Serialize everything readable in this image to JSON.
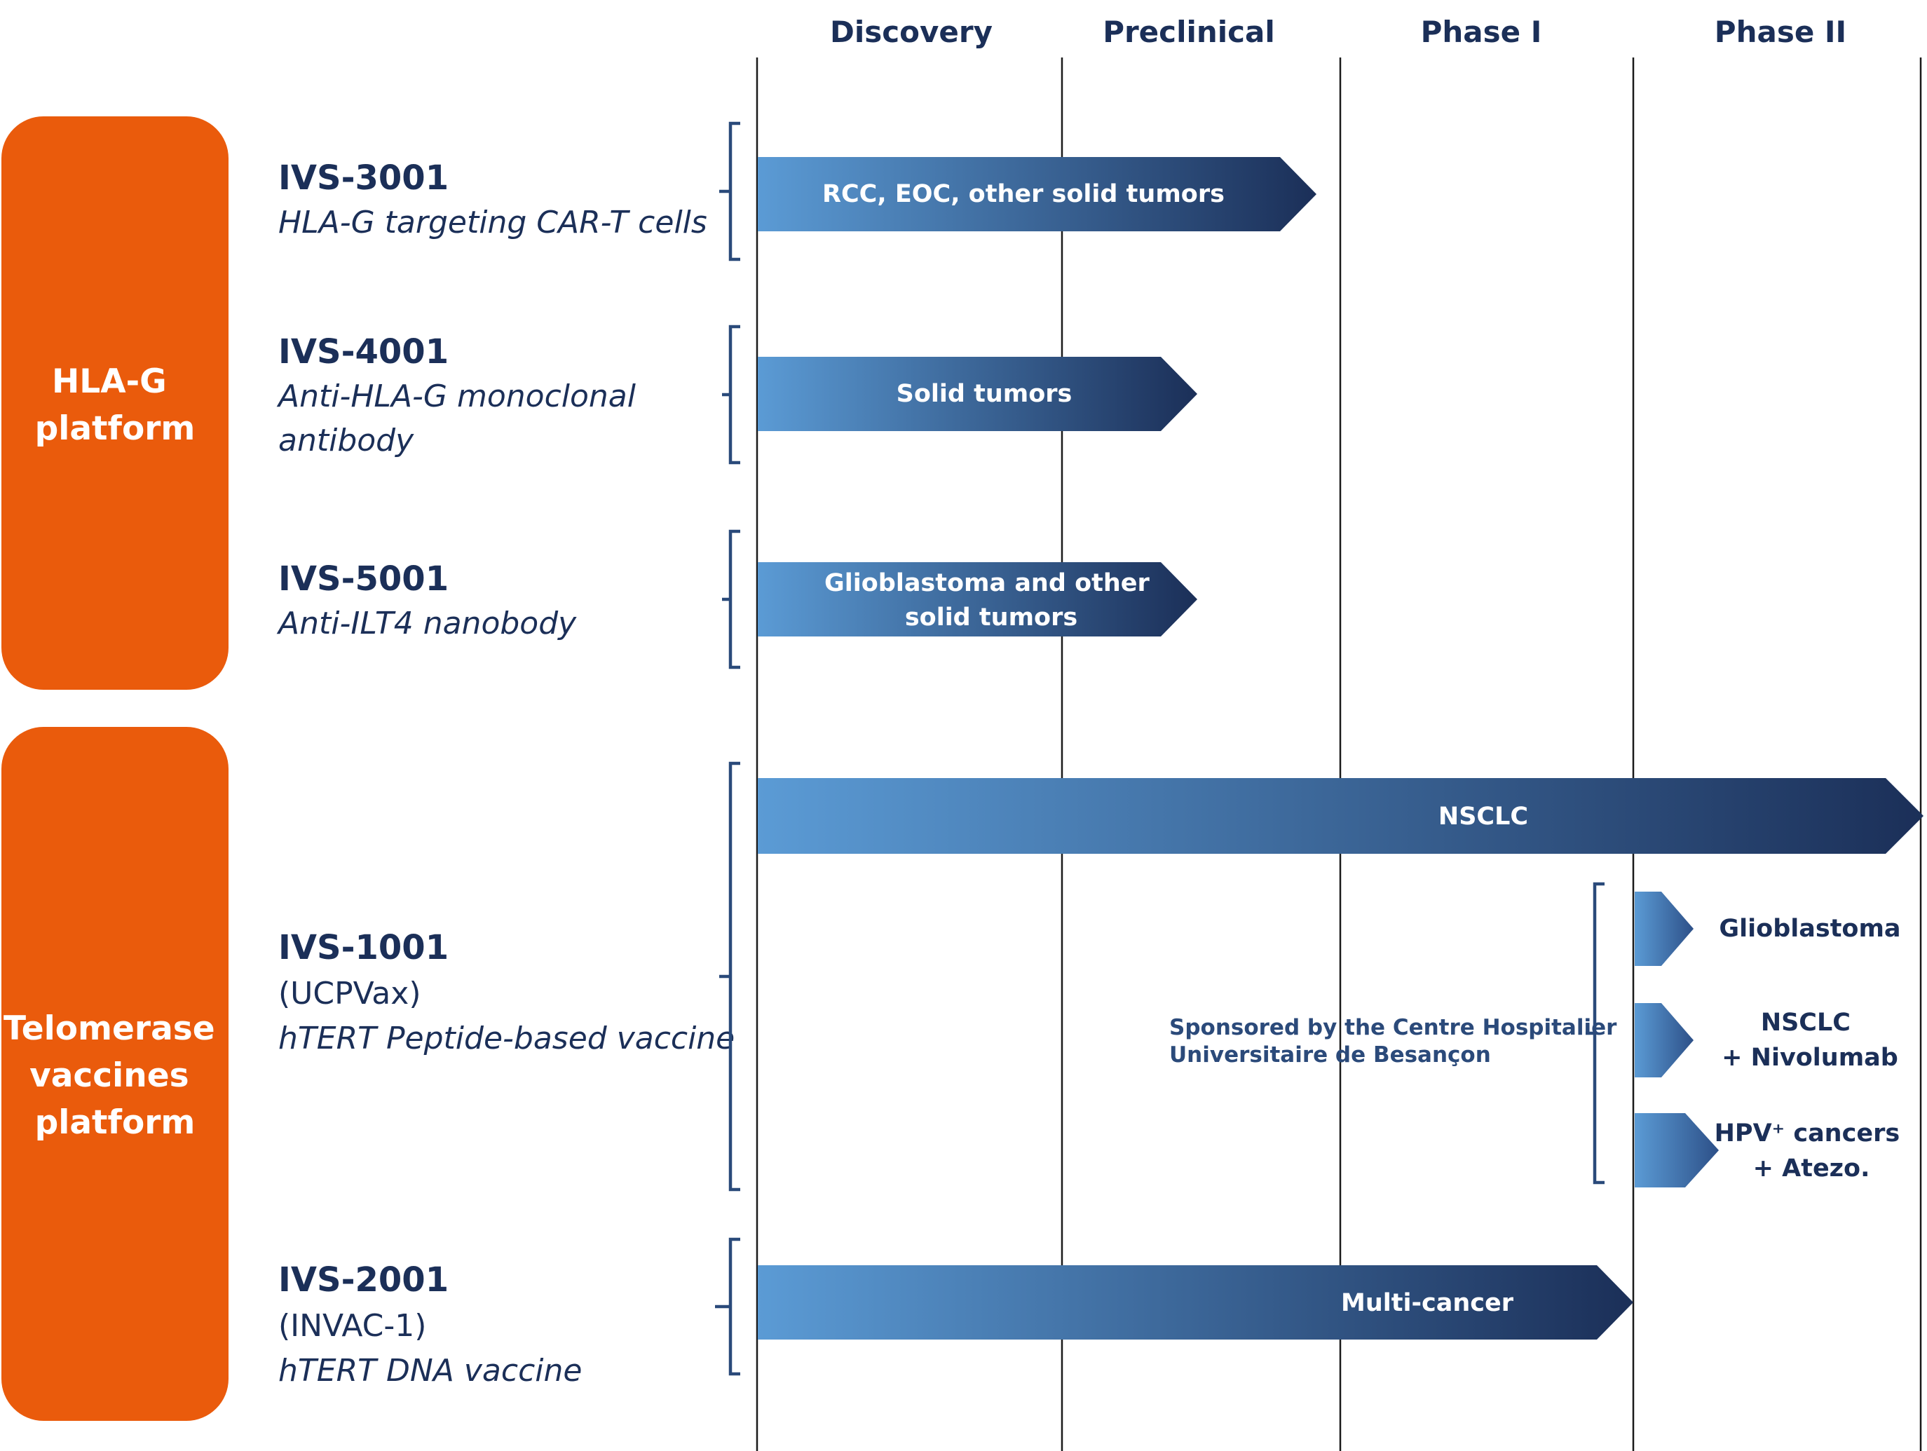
{
  "stages": [
    "Discovery",
    "Preclinical",
    "Phase I",
    "Phase II"
  ],
  "platforms": [
    {
      "lines": [
        "HLA-G",
        "platform"
      ]
    },
    {
      "lines": [
        "Telomerase",
        "vaccines",
        "platform"
      ]
    }
  ],
  "programs": [
    {
      "name": "IVS-3001",
      "desc_lines": [
        "HLA-G targeting CAR-T cells"
      ]
    },
    {
      "name": "IVS-4001",
      "desc_lines": [
        "Anti-HLA-G monoclonal",
        "antibody"
      ]
    },
    {
      "name": "IVS-5001",
      "desc_lines": [
        "Anti-ILT4 nanobody"
      ]
    },
    {
      "name": "IVS-1001",
      "sub": "(UCPVax)",
      "desc_lines": [
        "hTERT Peptide-based vaccine"
      ]
    },
    {
      "name": "IVS-2001",
      "sub": "(INVAC-1)",
      "desc_lines": [
        "hTERT DNA vaccine"
      ]
    }
  ],
  "bars": [
    {
      "program": "IVS-3001",
      "label_lines": [
        "RCC, EOC, other solid tumors"
      ],
      "reaches": "Preclinical (late)"
    },
    {
      "program": "IVS-4001",
      "label_lines": [
        "Solid tumors"
      ],
      "reaches": "Preclinical (mid)"
    },
    {
      "program": "IVS-5001",
      "label_lines": [
        "Glioblastoma and other",
        "solid tumors"
      ],
      "reaches": "Preclinical (mid)"
    },
    {
      "program": "IVS-1001",
      "label_lines": [
        "NSCLC"
      ],
      "reaches": "Phase II"
    },
    {
      "program": "IVS-2001",
      "label_lines": [
        "Multi-cancer"
      ],
      "reaches": "Phase I (complete)"
    }
  ],
  "sponsored_trials": {
    "sponsor_lines": [
      "Sponsored by the Centre Hospitalier",
      "Universitaire de Besançon"
    ],
    "arms": [
      {
        "label_lines": [
          "Glioblastoma"
        ]
      },
      {
        "label_lines": [
          "NSCLC",
          "+ Nivolumab"
        ]
      },
      {
        "label_lines": [
          "HPV⁺ cancers",
          "+ Atezo."
        ]
      }
    ]
  },
  "colors": {
    "platform_fill": "#ea5b0c",
    "bar_light": "#5b9bd5",
    "bar_dark": "#1b2f58",
    "text_navy": "#1b2f58",
    "bracket": "#2a4a7a"
  }
}
